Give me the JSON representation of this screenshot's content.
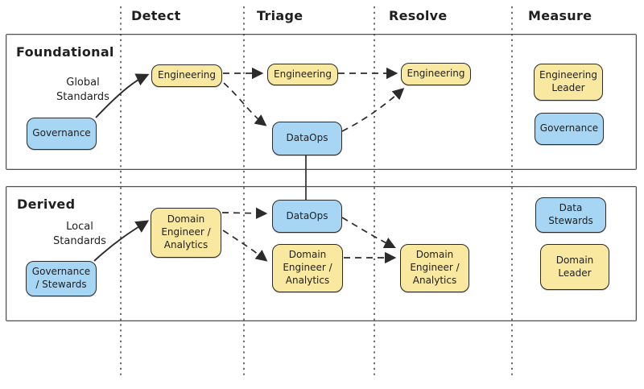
{
  "diagram": {
    "columns": [
      {
        "id": "detect",
        "label": "Detect"
      },
      {
        "id": "triage",
        "label": "Triage"
      },
      {
        "id": "resolve",
        "label": "Resolve"
      },
      {
        "id": "measure",
        "label": "Measure"
      }
    ],
    "lanes": [
      {
        "id": "foundational",
        "label": "Foundational"
      },
      {
        "id": "derived",
        "label": "Derived"
      }
    ],
    "annotations": [
      {
        "id": "global-standards",
        "label": "Global\nStandards"
      },
      {
        "id": "local-standards",
        "label": "Local\nStandards"
      }
    ],
    "nodes": [
      {
        "id": "governance-foundational",
        "label": "Governance",
        "fill": "blue",
        "lane": "foundational",
        "column": "start"
      },
      {
        "id": "engineering-detect",
        "label": "Engineering",
        "fill": "yellow",
        "lane": "foundational",
        "column": "detect"
      },
      {
        "id": "engineering-triage",
        "label": "Engineering",
        "fill": "yellow",
        "lane": "foundational",
        "column": "triage"
      },
      {
        "id": "dataops-foundational",
        "label": "DataOps",
        "fill": "blue",
        "lane": "foundational",
        "column": "triage"
      },
      {
        "id": "engineering-resolve",
        "label": "Engineering",
        "fill": "yellow",
        "lane": "foundational",
        "column": "resolve"
      },
      {
        "id": "engineering-leader",
        "label": "Engineering\nLeader",
        "fill": "yellow",
        "lane": "foundational",
        "column": "measure"
      },
      {
        "id": "governance-measure",
        "label": "Governance",
        "fill": "blue",
        "lane": "foundational",
        "column": "measure"
      },
      {
        "id": "governance-stewards",
        "label": "Governance\n/ Stewards",
        "fill": "blue",
        "lane": "derived",
        "column": "start"
      },
      {
        "id": "domain-engineer-detect",
        "label": "Domain\nEngineer /\nAnalytics",
        "fill": "yellow",
        "lane": "derived",
        "column": "detect"
      },
      {
        "id": "dataops-derived",
        "label": "DataOps",
        "fill": "blue",
        "lane": "derived",
        "column": "triage"
      },
      {
        "id": "domain-engineer-triage",
        "label": "Domain\nEngineer /\nAnalytics",
        "fill": "yellow",
        "lane": "derived",
        "column": "triage"
      },
      {
        "id": "domain-engineer-resolve",
        "label": "Domain\nEngineer /\nAnalytics",
        "fill": "yellow",
        "lane": "derived",
        "column": "resolve"
      },
      {
        "id": "data-stewards",
        "label": "Data\nStewards",
        "fill": "blue",
        "lane": "derived",
        "column": "measure"
      },
      {
        "id": "domain-leader",
        "label": "Domain\nLeader",
        "fill": "yellow",
        "lane": "derived",
        "column": "measure"
      }
    ],
    "edges": [
      {
        "from": "governance-foundational",
        "to": "engineering-detect",
        "style": "solid-arrow",
        "label": "Global Standards"
      },
      {
        "from": "engineering-detect",
        "to": "engineering-triage",
        "style": "dashed-arrow"
      },
      {
        "from": "engineering-detect",
        "to": "dataops-foundational",
        "style": "dashed-arrow"
      },
      {
        "from": "engineering-triage",
        "to": "engineering-resolve",
        "style": "dashed-arrow"
      },
      {
        "from": "dataops-foundational",
        "to": "engineering-resolve",
        "style": "dashed-arrow"
      },
      {
        "from": "dataops-foundational",
        "to": "dataops-derived",
        "style": "solid-line"
      },
      {
        "from": "governance-stewards",
        "to": "domain-engineer-detect",
        "style": "solid-arrow",
        "label": "Local Standards"
      },
      {
        "from": "domain-engineer-detect",
        "to": "dataops-derived",
        "style": "dashed-arrow"
      },
      {
        "from": "domain-engineer-detect",
        "to": "domain-engineer-triage",
        "style": "dashed-arrow"
      },
      {
        "from": "dataops-derived",
        "to": "domain-engineer-resolve",
        "style": "dashed-arrow"
      },
      {
        "from": "domain-engineer-triage",
        "to": "domain-engineer-resolve",
        "style": "dashed-arrow"
      }
    ],
    "colors": {
      "blue": "#a6d6f4",
      "yellow": "#f9e8a0",
      "stroke": "#2b2b2b",
      "frame": "#515151",
      "text": "#1f1f1f"
    }
  }
}
